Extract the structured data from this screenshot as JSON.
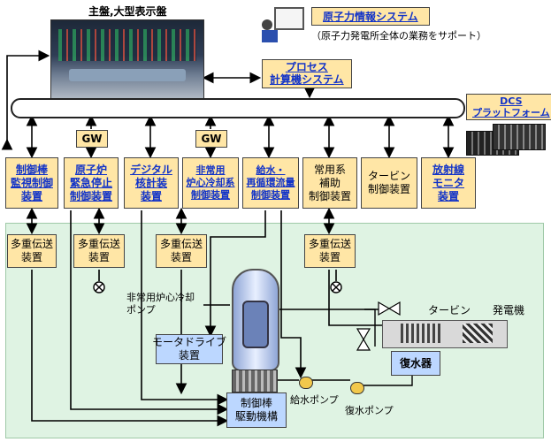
{
  "header": {
    "panel_title": "主盤,大型表示盤",
    "info_system": "原子力情報システム",
    "info_note": "（原子力発電所全体の業務をサポート）",
    "process_computer": "プロセス\n計算機システム",
    "dcs_title": "DCS\nプラットフォーム"
  },
  "gateways": [
    "GW",
    "GW"
  ],
  "controllers": [
    {
      "label": "制御棒\n監視制御\n装置",
      "link": true
    },
    {
      "label": "原子炉\n緊急停止\n制御装置",
      "link": true
    },
    {
      "label": "デジタル\n核計装\n装置",
      "link": true
    },
    {
      "label": "非常用\n炉心冷却系\n制御装置",
      "link": true
    },
    {
      "label": "給水・\n再循環流量\n制御装置",
      "link": true
    },
    {
      "label": "常用系\n補助\n制御装置",
      "link": false
    },
    {
      "label": "タービン\n制御装置",
      "link": false
    },
    {
      "label": "放射線\nモニタ\n装置",
      "link": true
    }
  ],
  "transmission": [
    "多重伝送\n装置",
    "多重伝送\n装置",
    "多重伝送\n装置",
    "多重伝送\n装置"
  ],
  "plant": {
    "eccs_pump": "非常用炉心冷却\nポンプ",
    "motor_drive": "モータドライブ\n装置",
    "turbine": "タービン",
    "generator": "発電機",
    "condenser": "復水器",
    "feed_pump": "給水ポンプ",
    "condensate_pump": "復水ポンプ",
    "crd": "制御棒\n駆動機構"
  },
  "colors": {
    "controller_bg": "#ffe6a6",
    "link": "#1233c8",
    "plant_bg": "#dff3e3",
    "equipment_bg": "#bcd7ff"
  }
}
